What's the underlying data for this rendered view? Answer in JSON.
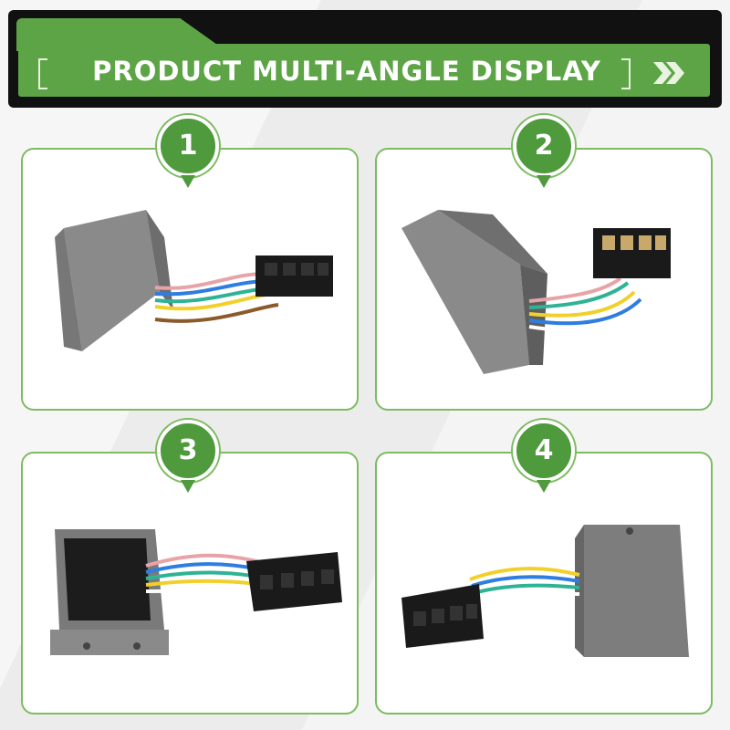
{
  "banner": {
    "title": "PRODUCT MULTI-ANGLE DISPLAY"
  },
  "panels": [
    {
      "number": "1"
    },
    {
      "number": "2"
    },
    {
      "number": "3"
    },
    {
      "number": "4"
    }
  ],
  "icons": {
    "chevron": "double-chevron-right-icon"
  },
  "colors": {
    "accent": "#5da446",
    "badge": "#4f9a3c",
    "banner": "#111111",
    "housing": "#7d7d7d",
    "connector": "#1a1a1a"
  }
}
